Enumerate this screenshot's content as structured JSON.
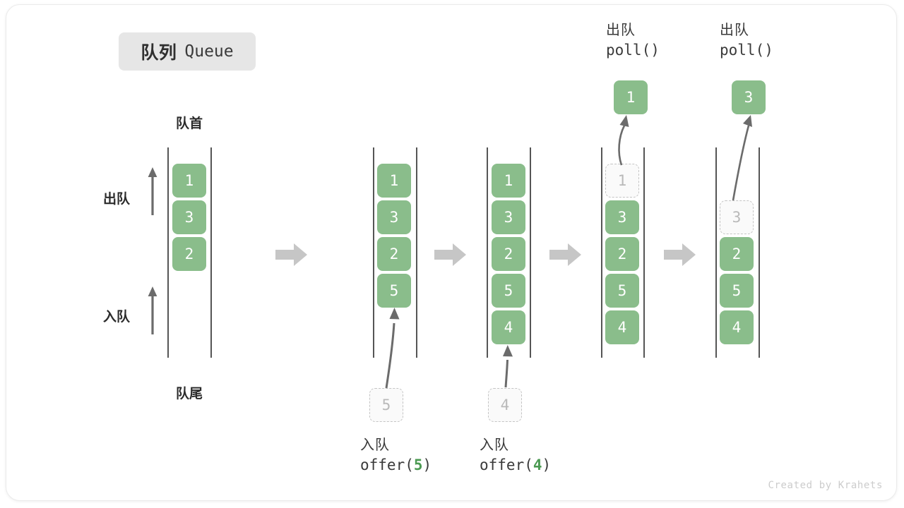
{
  "title": {
    "cn": "队列",
    "en": "Queue"
  },
  "labels": {
    "front": "队首",
    "rear": "队尾",
    "dequeue": "出队",
    "enqueue": "入队"
  },
  "colors": {
    "element_green": "#8abd8b",
    "ghost_gray": "#c4c4c4",
    "accent_code_green": "#4b9a52",
    "badge_bg": "#e6e6e6",
    "rail": "#555555",
    "stage_arrow": "#c6c6c6",
    "credit": "#cccccc"
  },
  "operations": {
    "offer_5": {
      "cn": "入队",
      "code_prefix": "offer(",
      "arg": "5",
      "code_suffix": ")"
    },
    "offer_4": {
      "cn": "入队",
      "code_prefix": "offer(",
      "arg": "4",
      "code_suffix": ")"
    },
    "poll_1": {
      "cn": "出队",
      "code_prefix": "poll(",
      "arg": "",
      "code_suffix": ")"
    },
    "poll_2": {
      "cn": "出队",
      "code_prefix": "poll(",
      "arg": "",
      "code_suffix": ")"
    }
  },
  "stages": [
    {
      "id": "stage-initial",
      "items": [
        "1",
        "3",
        "2"
      ],
      "ghost_index": -1,
      "incoming": null,
      "outgoing": null
    },
    {
      "id": "stage-offer-5",
      "items": [
        "1",
        "3",
        "2",
        "5"
      ],
      "ghost_index": -1,
      "incoming": "5",
      "outgoing": null
    },
    {
      "id": "stage-offer-4",
      "items": [
        "1",
        "3",
        "2",
        "5",
        "4"
      ],
      "ghost_index": -1,
      "incoming": "4",
      "outgoing": null
    },
    {
      "id": "stage-poll-1",
      "items": [
        "1",
        "3",
        "2",
        "5",
        "4"
      ],
      "ghost_index": 0,
      "incoming": null,
      "outgoing": "1"
    },
    {
      "id": "stage-poll-3",
      "items": [
        "",
        "3",
        "2",
        "5",
        "4"
      ],
      "ghost_index": 1,
      "incoming": null,
      "outgoing": "3"
    }
  ],
  "popped": {
    "first": "1",
    "second": "3"
  },
  "incoming": {
    "first": "5",
    "second": "4"
  },
  "credit": "Created by Krahets"
}
